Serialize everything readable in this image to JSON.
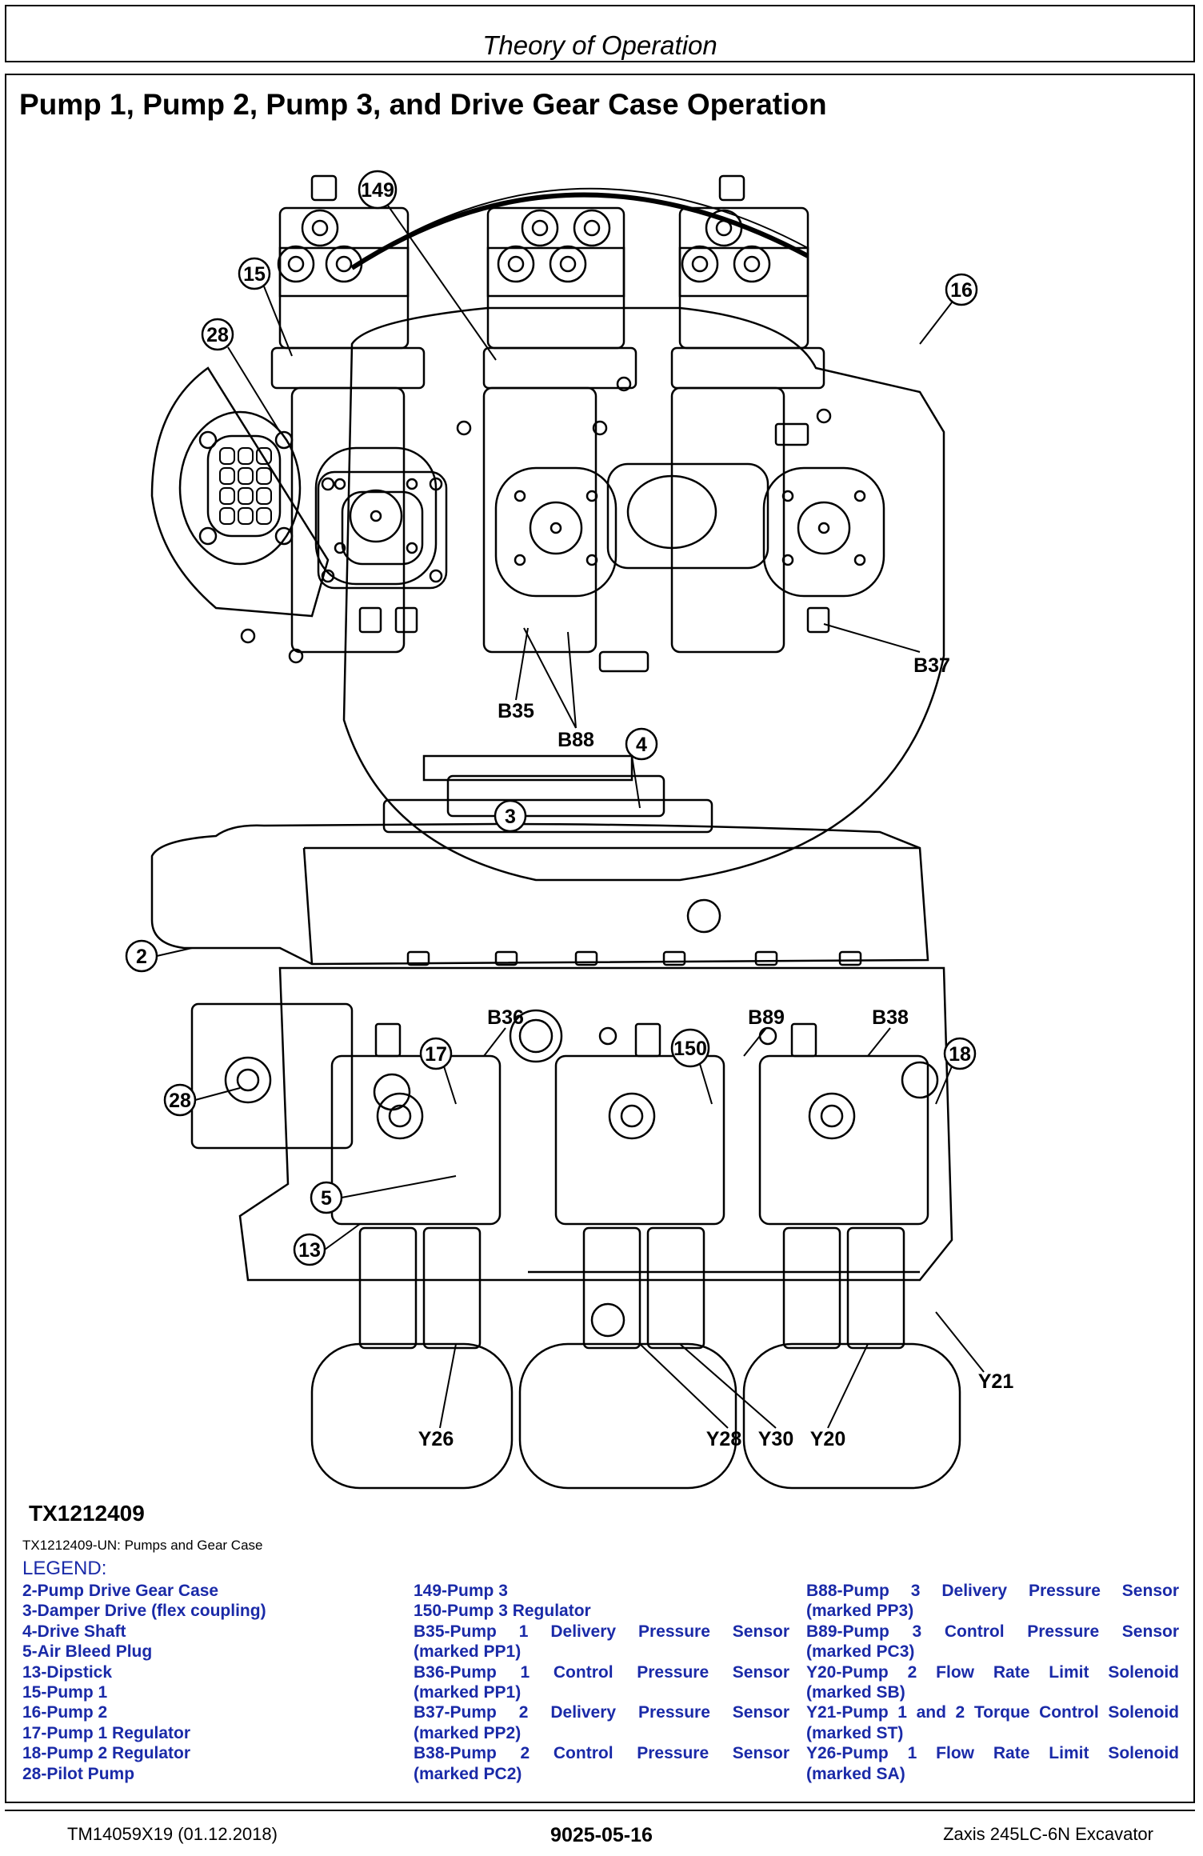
{
  "header": {
    "title": "Theory of Operation"
  },
  "page_title": "Pump 1, Pump 2, Pump 3, and Drive Gear Case Operation",
  "figure": {
    "callouts_top": [
      "149",
      "15",
      "16",
      "28",
      "B37",
      "B35",
      "B88",
      "4"
    ],
    "callouts_bottom": [
      "3",
      "2",
      "B36",
      "B89",
      "B38",
      "17",
      "150",
      "18",
      "28",
      "5",
      "13",
      "Y21",
      "Y26",
      "Y28",
      "Y30",
      "Y20"
    ],
    "id": "TX1212409",
    "caption": "TX1212409-UN: Pumps and Gear Case"
  },
  "legend": {
    "title": "LEGEND:",
    "col1": [
      "2-Pump Drive Gear Case",
      "3-Damper Drive (flex coupling)",
      "4-Drive Shaft",
      "5-Air Bleed Plug",
      "13-Dipstick",
      "15-Pump 1",
      "16-Pump 2",
      "17-Pump 1 Regulator",
      "18-Pump 2 Regulator",
      "28-Pilot Pump"
    ],
    "col2": [
      [
        "149-Pump 3",
        ""
      ],
      [
        "150-Pump 3 Regulator",
        ""
      ],
      [
        "B35-Pump 1 Delivery Pressure Sensor",
        "(marked PP1)"
      ],
      [
        "B36-Pump 1 Control Pressure Sensor",
        "(marked PP1)"
      ],
      [
        "B37-Pump 2 Delivery Pressure Sensor",
        "(marked PP2)"
      ],
      [
        "B38-Pump 2 Control Pressure Sensor",
        "(marked PC2)"
      ]
    ],
    "col3": [
      [
        "B88-Pump 3 Delivery Pressure Sensor",
        "(marked PP3)"
      ],
      [
        "B89-Pump 3 Control Pressure Sensor",
        "(marked PC3)"
      ],
      [
        "Y20-Pump 2 Flow Rate Limit Solenoid",
        "(marked SB)"
      ],
      [
        "Y21-Pump 1 and 2 Torque Control Solenoid",
        "(marked ST)"
      ],
      [
        "Y26-Pump 1 Flow Rate Limit Solenoid",
        "(marked SA)"
      ]
    ]
  },
  "footer": {
    "left": "TM14059X19 (01.12.2018)",
    "center": "9025-05-16",
    "right": "Zaxis 245LC-6N Excavator"
  }
}
